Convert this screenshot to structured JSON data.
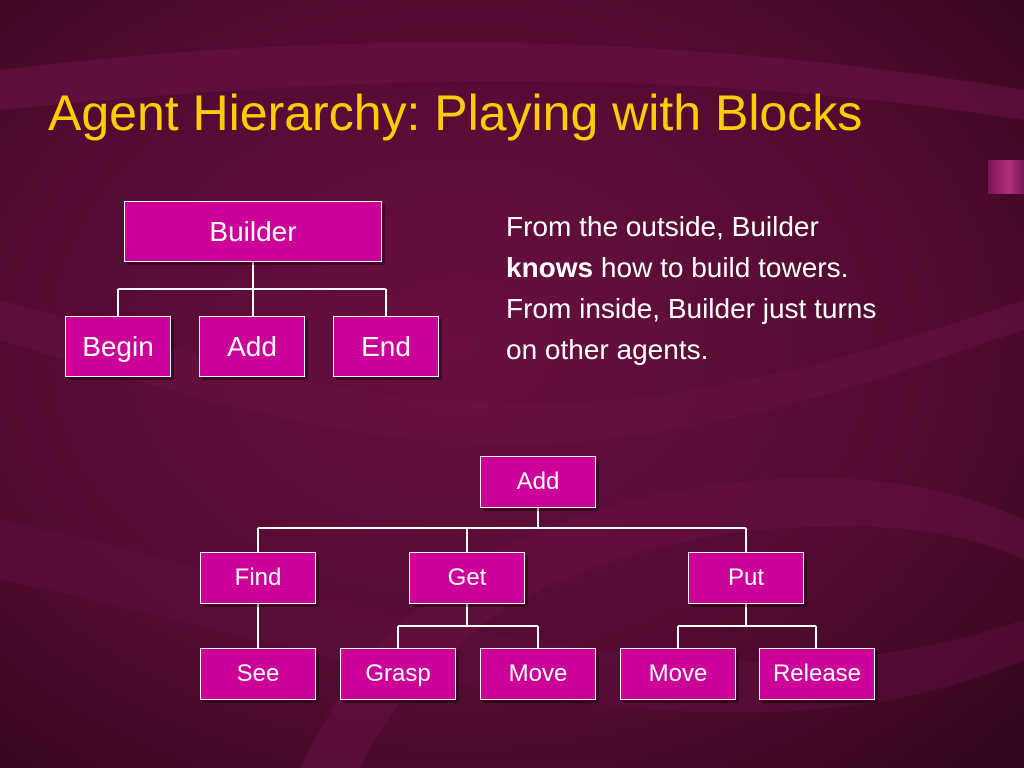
{
  "slide": {
    "title": "Agent Hierarchy: Playing with Blocks",
    "colors": {
      "title": "#ffcc00",
      "node_fill": "#cc0099",
      "text": "#ffffff",
      "background": "#4a0a2c"
    }
  },
  "description": {
    "line1": "From the outside, Builder",
    "line2_bold": "knows",
    "line2_rest": " how to build towers.",
    "line3": "From inside, Builder just turns",
    "line4": "on other agents."
  },
  "tree_builder": {
    "root": "Builder",
    "children": [
      "Begin",
      "Add",
      "End"
    ]
  },
  "tree_add": {
    "root": "Add",
    "level1": [
      "Find",
      "Get",
      "Put"
    ],
    "find_children": [
      "See"
    ],
    "get_children": [
      "Grasp",
      "Move"
    ],
    "put_children": [
      "Move",
      "Release"
    ]
  }
}
